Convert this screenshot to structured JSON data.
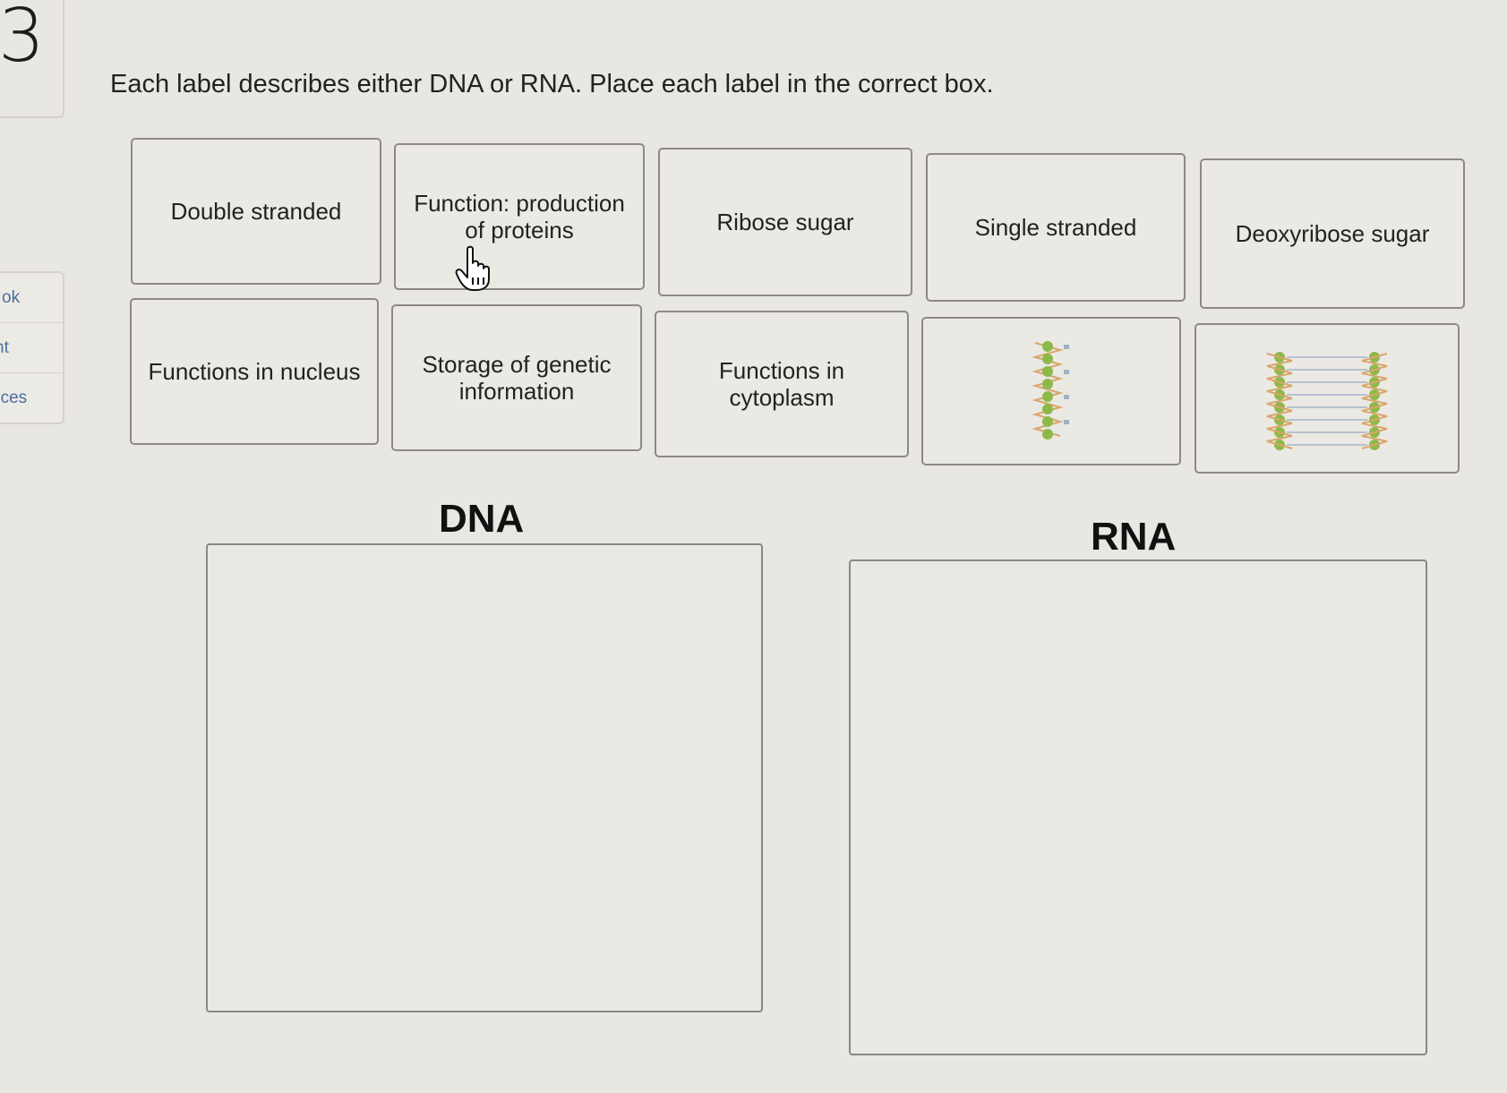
{
  "question": {
    "number": "3",
    "instruction": "Each label describes either DNA or RNA. Place each label in the correct box."
  },
  "side_nav": {
    "items": [
      {
        "label": "ok"
      },
      {
        "label": "nt"
      },
      {
        "label": "nces"
      }
    ]
  },
  "labels": [
    {
      "text": "Double stranded"
    },
    {
      "text": "Function: production of proteins"
    },
    {
      "text": "Ribose sugar"
    },
    {
      "text": "Single stranded"
    },
    {
      "text": "Deoxyribose sugar"
    },
    {
      "text": "Functions in nucleus"
    },
    {
      "text": "Storage of genetic information"
    },
    {
      "text": "Functions in cytoplasm"
    },
    {
      "image": "single-strand-molecule-image"
    },
    {
      "image": "double-strand-molecule-image"
    }
  ],
  "dropzones": {
    "dna_title": "DNA",
    "rna_title": "RNA"
  },
  "colors": {
    "nucleotide_green": "#8db94a",
    "backbone_orange": "#d9a66b",
    "link_blue": "#4a6f9e"
  }
}
